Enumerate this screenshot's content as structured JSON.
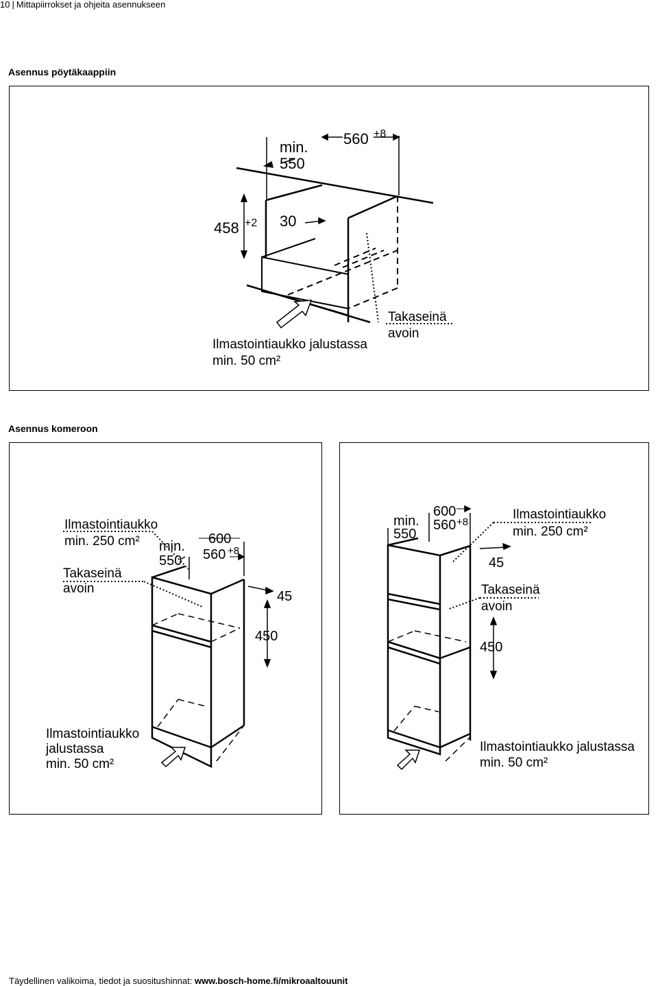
{
  "header": {
    "page_number": "10",
    "title": "Mittapiirrokset ja ohjeita asennukseen"
  },
  "section1": {
    "heading": "Asennus pöytäkaappiin",
    "dims": {
      "min": "min.",
      "d550": "550",
      "d560": "560",
      "p8": "+8",
      "d458": "458",
      "p2": "+2",
      "d30": "30"
    },
    "vent_label": "Ilmastointiaukko jalustassa",
    "vent_min": "min. 50 cm²",
    "backwall_1": "Takaseinä",
    "backwall_2": "avoin"
  },
  "section2": {
    "heading": "Asennus komeroon",
    "left": {
      "top_vent_1": "Ilmastointiaukko",
      "top_vent_2": "min. 250 cm²",
      "backwall_1": "Takaseinä",
      "backwall_2": "avoin",
      "min": "min.",
      "d550": "550",
      "d600": "600",
      "d560": "560",
      "p8": "+8",
      "d45": "45",
      "d450": "450",
      "bottom_1": "Ilmastointiaukko",
      "bottom_2": "jalustassa",
      "bottom_3": "min. 50 cm²"
    },
    "right": {
      "min": "min.",
      "d550": "550",
      "d600": "600",
      "d560": "560",
      "p8": "+8",
      "top_vent_1": "Ilmastointiaukko",
      "top_vent_2": "min. 250 cm²",
      "d45": "45",
      "backwall_1": "Takaseinä",
      "backwall_2": "avoin",
      "d450": "450",
      "bottom_1": "Ilmastointiaukko jalustassa",
      "bottom_2": "min. 50 cm²"
    }
  },
  "footer": {
    "text": "Täydellinen valikoima, tiedot ja suositushinnat: ",
    "link": "www.bosch-home.fi/mikroaaltouunit"
  }
}
